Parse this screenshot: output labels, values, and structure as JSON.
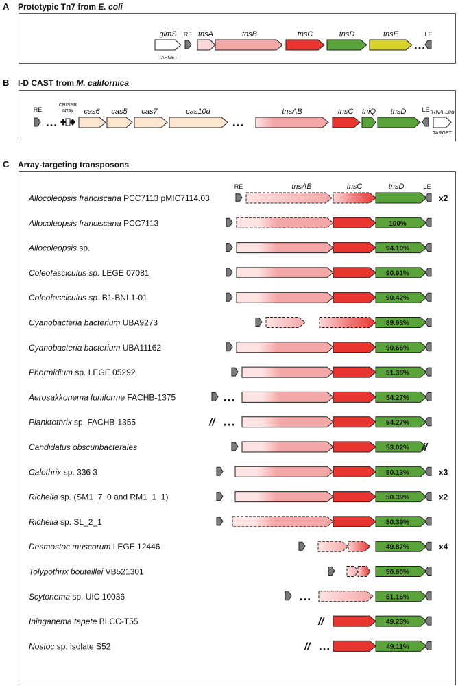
{
  "colors": {
    "tnsA": "#fbd7d7",
    "tnsB": "#f4a7a7",
    "tnsC": "#e8352f",
    "tnsD": "#5aa33a",
    "tnsE": "#d6d12a",
    "cas": "#fde6d0",
    "end": "#7a7a7a"
  },
  "panelA": {
    "label": "A",
    "title_plain": "Prototypic Tn7 from ",
    "title_italic": "E. coli",
    "genes": {
      "glmS": "glmS",
      "target": "TARGET",
      "re": "RE",
      "tnsA": "tnsA",
      "tnsB": "tnsB",
      "tnsC": "tnsC",
      "tnsD": "tnsD",
      "tnsE": "tnsE",
      "le": "LE"
    }
  },
  "panelB": {
    "label": "B",
    "title_plain": "I-D CAST from ",
    "title_italic": "M. californica",
    "genes": {
      "re": "RE",
      "crispr1": "CRISPR",
      "crispr2": "array",
      "cas6": "cas6",
      "cas5": "cas5",
      "cas7": "cas7",
      "cas10d": "cas10d",
      "tnsAB": "tnsAB",
      "tnsC": "tnsC",
      "tniQ": "tniQ",
      "tnsD": "tnsD",
      "le": "LE",
      "trna": "tRNA-Leu",
      "target": "TARGET"
    }
  },
  "panelC": {
    "label": "C",
    "title": "Array-targeting transposons",
    "header": {
      "re": "RE",
      "tnsAB": "tnsAB",
      "tnsC": "tnsC",
      "tnsD": "tnsD",
      "le": "LE"
    },
    "rows": [
      {
        "italic": "Allocoleopsis franciscana",
        "plain": " PCC7113 pMIC7114.03",
        "pct": "",
        "mult": "x2"
      },
      {
        "italic": "Allocoleopsis franciscana",
        "plain": " PCC7113",
        "pct": "100%",
        "mult": ""
      },
      {
        "italic": "Allocoleopsis",
        "plain": " sp.",
        "pct": "94.10%",
        "mult": ""
      },
      {
        "italic": "Coleofasciculus sp.",
        "plain": " LEGE 07081",
        "pct": "90.91%",
        "mult": ""
      },
      {
        "italic": "Coleofasciculus sp.",
        "plain": " B1-BNL1-01",
        "pct": "90.42%",
        "mult": ""
      },
      {
        "italic": "Cyanobacteria bacterium",
        "plain": " UBA9273",
        "pct": "89.93%",
        "mult": ""
      },
      {
        "italic": "Cyanobacteria bacterium",
        "plain": " UBA11162",
        "pct": "90.66%",
        "mult": ""
      },
      {
        "italic": "Phormidium",
        "plain": " sp. LEGE 05292",
        "pct": "51.38%",
        "mult": ""
      },
      {
        "italic": "Aerosakkonema funiforme",
        "plain": " FACHB-1375",
        "pct": "54.27%",
        "mult": ""
      },
      {
        "italic": "Planktothrix",
        "plain": " sp. FACHB-1355",
        "pct": "54.27%",
        "mult": ""
      },
      {
        "italic": "Candidatus obscuribacterales",
        "plain": "",
        "pct": "53.02%",
        "mult": ""
      },
      {
        "italic": "Calothrix",
        "plain": " sp. 336 3",
        "pct": "50.13%",
        "mult": "x3"
      },
      {
        "italic": "Richelia",
        "plain": " sp. (SM1_7_0 and RM1_1_1)",
        "pct": "50.39%",
        "mult": "x2"
      },
      {
        "italic": "Richelia",
        "plain": " sp. SL_2_1",
        "pct": "50.39%",
        "mult": ""
      },
      {
        "italic": "Desmostoc muscorum",
        "plain": " LEGE 12446",
        "pct": "49.87%",
        "mult": "x4"
      },
      {
        "italic": "Tolypothrix bouteillei",
        "plain": " VB521301",
        "pct": "50.90%",
        "mult": ""
      },
      {
        "italic": "Scytonema",
        "plain": " sp. UIC 10036",
        "pct": "51.16%",
        "mult": ""
      },
      {
        "italic": "Ininganema tapete",
        "plain": " BLCC-T55",
        "pct": "49.23%",
        "mult": ""
      },
      {
        "italic": "Nostoc",
        "plain": " sp. isolate S52",
        "pct": "49.11%",
        "mult": ""
      }
    ]
  }
}
